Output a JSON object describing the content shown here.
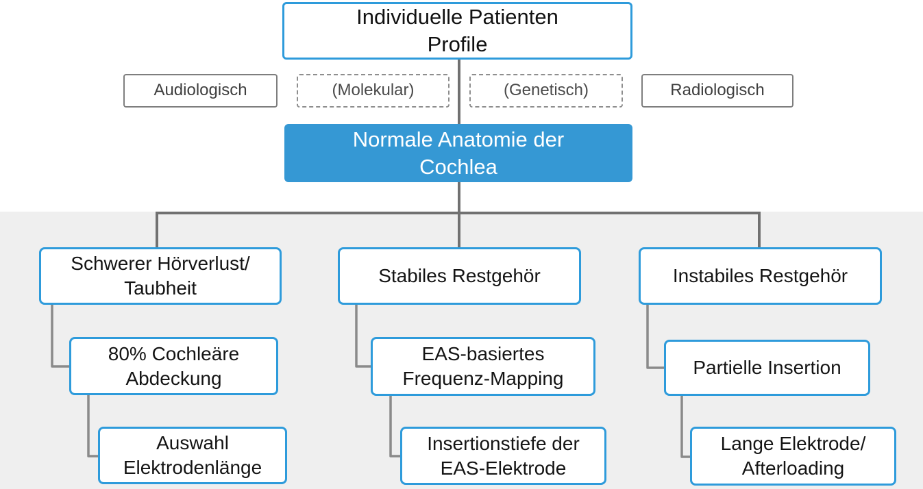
{
  "figure": {
    "root_label": "Individuelle Patienten\nProfile",
    "tags": [
      {
        "label": "Audiologisch"
      },
      {
        "label": "(Molekular)"
      },
      {
        "label": "(Genetisch)"
      },
      {
        "label": "Radiologisch"
      }
    ],
    "anatomy_label": "Normale Anatomie der\nCochlea",
    "branches": [
      {
        "title": "Schwerer Hörverlust/\nTaubheit",
        "steps": [
          "80% Cochleäre\nAbdeckung",
          "Auswahl\nElektrodenlänge"
        ]
      },
      {
        "title": "Stabiles Restgehör",
        "steps": [
          "EAS-basiertes\nFrequenz-Mapping",
          "Insertionstiefe der\nEAS-Elektrode"
        ]
      },
      {
        "title": "Instabiles Restgehör",
        "steps": [
          "Partielle Insertion",
          "Lange Elektrode/\nAfterloading"
        ]
      }
    ],
    "colors": {
      "accent_blue_border": "#2E9BDB",
      "blue_fill": "#3598D4",
      "connector_dark_gray": "#717171",
      "connector_light_gray": "#8A8A8A",
      "panel_gray": "#EFEFEF",
      "tag_border_gray": "#7E7E7E",
      "text_black": "#141414",
      "tag_text_gray": "#3F3F3F"
    }
  }
}
